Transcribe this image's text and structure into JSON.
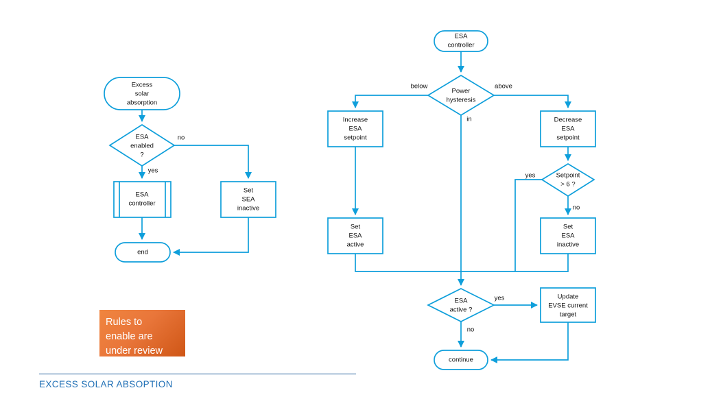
{
  "theme": {
    "stroke_color": "#0f9fdb",
    "text_color": "#101010",
    "background": "#ffffff",
    "callout_color_light": "#f0853f",
    "callout_color_dark": "#cf5616",
    "footer_color": "#1f6fb5",
    "footer_rule_color": "#1f5c99"
  },
  "callout": {
    "text": "Rules to\nenable are\nunder review"
  },
  "footer": {
    "title": "EXCESS SOLAR ABSOPTION"
  },
  "left_flow": {
    "title": "Excess solar absorption flow",
    "nodes": {
      "start": {
        "label": "Excess\nsolar\nabsorption",
        "shape": "terminator"
      },
      "decision_enabled": {
        "label": "ESA\nenabled\n?",
        "shape": "decision"
      },
      "esa_controller": {
        "label": "ESA\ncontroller",
        "shape": "predefined-process"
      },
      "set_sea_inactive": {
        "label": "Set\nSEA\ninactive",
        "shape": "process"
      },
      "end": {
        "label": "end",
        "shape": "terminator"
      }
    },
    "edge_labels": {
      "no": "no",
      "yes": "yes"
    }
  },
  "right_flow": {
    "title": "ESA controller flow",
    "nodes": {
      "start": {
        "label": "ESA\ncontroller",
        "shape": "terminator"
      },
      "decision_hysteresis": {
        "label": "Power\nhysteresis",
        "shape": "decision"
      },
      "increase_setpoint": {
        "label": "Increase\nESA\nsetpoint",
        "shape": "process"
      },
      "decrease_setpoint": {
        "label": "Decrease\nESA\nsetpoint",
        "shape": "process"
      },
      "decision_setpoint": {
        "label": "Setpoint\n> 6 ?",
        "shape": "decision"
      },
      "set_esa_active": {
        "label": "Set\nESA\nactive",
        "shape": "process"
      },
      "set_esa_inactive": {
        "label": "Set\nESA\ninactive",
        "shape": "process"
      },
      "decision_active": {
        "label": "ESA\nactive ?",
        "shape": "decision"
      },
      "update_evse": {
        "label": "Update\nEVSE current\ntarget",
        "shape": "process"
      },
      "continue": {
        "label": "continue",
        "shape": "terminator"
      }
    },
    "edge_labels": {
      "below": "below",
      "above": "above",
      "in": "in",
      "setpoint_yes": "yes",
      "setpoint_no": "no",
      "active_yes": "yes",
      "active_no": "no"
    }
  }
}
